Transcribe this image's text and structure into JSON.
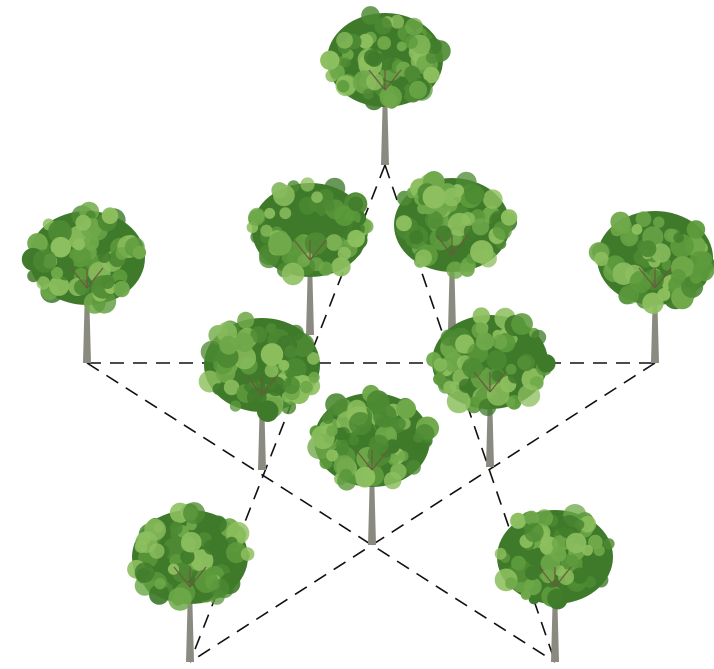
{
  "diagram": {
    "type": "tree-planting-arrangement",
    "tree_count": 10,
    "line_style": "dashed",
    "line_count": 5,
    "colors": {
      "background": "#ffffff",
      "line": "#111111",
      "trunk": "#8a8a80",
      "foliage_dark": "#3f7a2a",
      "foliage_mid": "#5c9a3c",
      "foliage_light": "#8dbf5f"
    }
  }
}
